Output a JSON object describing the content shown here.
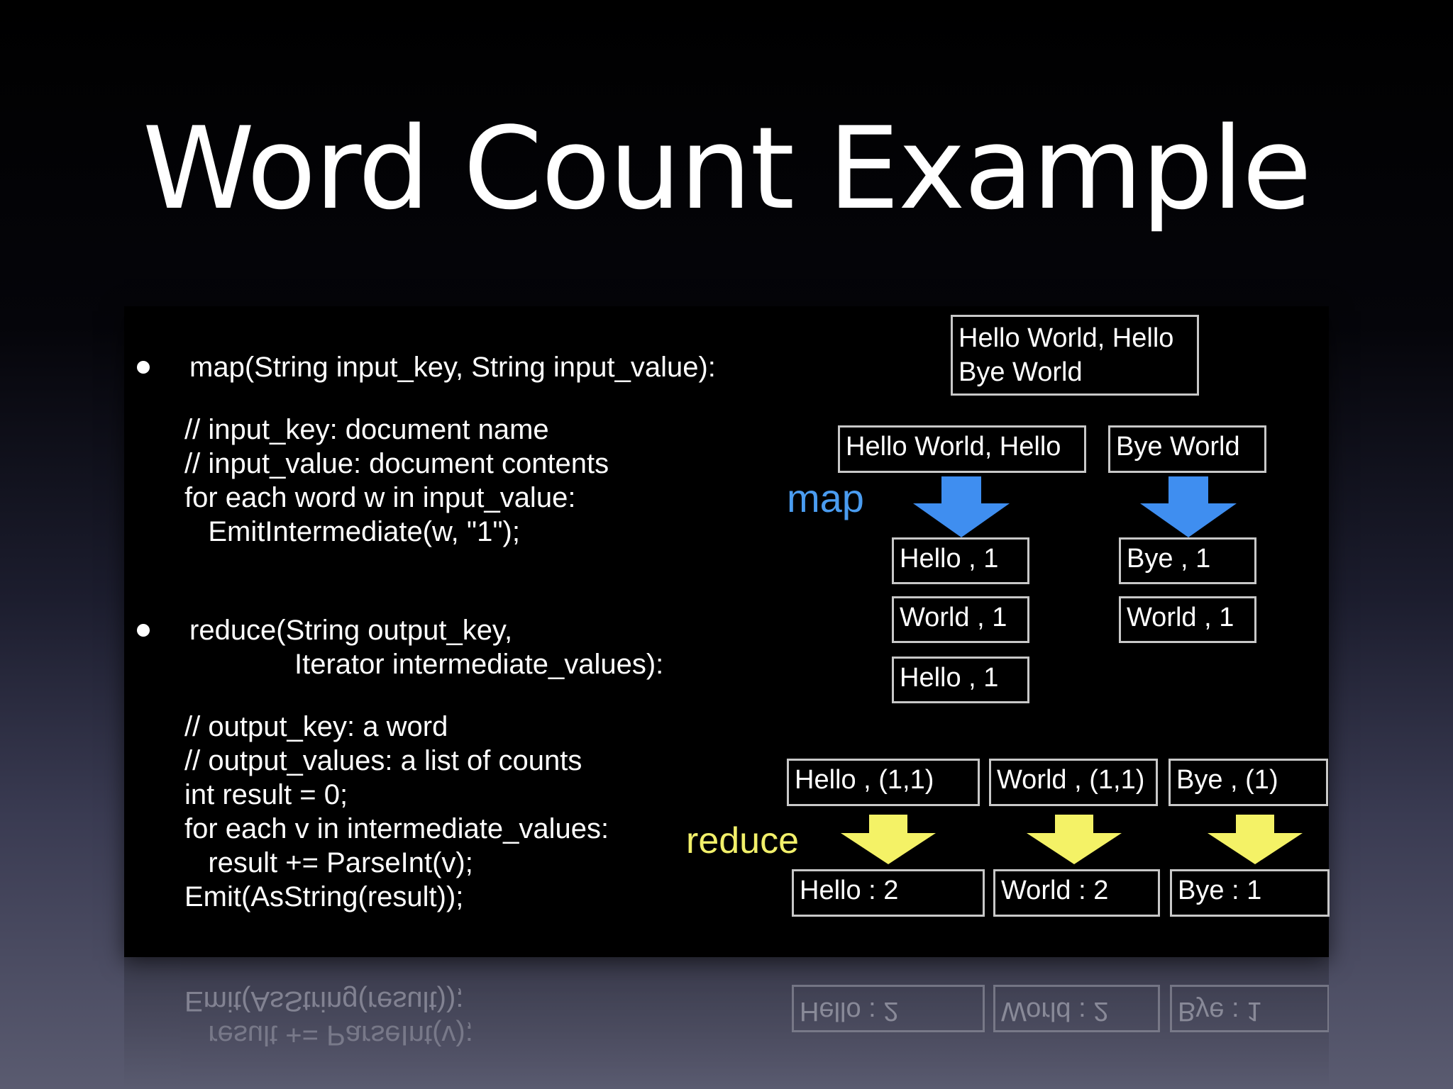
{
  "title": "Word Count Example",
  "code": {
    "map_signature": "map(String input_key, String input_value):",
    "map_body": [
      "// input_key: document name",
      "// input_value: document contents",
      "for each word w in input_value:",
      "   EmitIntermediate(w, \"1\");"
    ],
    "reduce_signature_1": "reduce(String output_key,",
    "reduce_signature_2": "Iterator intermediate_values):",
    "reduce_body": [
      "// output_key: a word",
      "// output_values: a list of counts",
      "int result = 0;",
      "for each v in intermediate_values:",
      "   result += ParseInt(v);",
      "Emit(AsString(result));"
    ]
  },
  "diagram": {
    "input_line1": "Hello World, Hello",
    "input_line2": "Bye World",
    "splits": [
      "Hello World, Hello",
      "Bye World"
    ],
    "map_label": "map",
    "map_outputs_left": [
      "Hello , 1",
      "World , 1",
      "Hello , 1"
    ],
    "map_outputs_right": [
      "Bye , 1",
      "World , 1"
    ],
    "grouped": [
      "Hello , (1,1)",
      "World , (1,1)",
      "Bye , (1)"
    ],
    "reduce_label": "reduce",
    "results": [
      "Hello : 2",
      "World : 2",
      "Bye : 1"
    ],
    "colors": {
      "map_arrow": "#3f8ef0",
      "reduce_arrow": "#f4f266"
    }
  }
}
